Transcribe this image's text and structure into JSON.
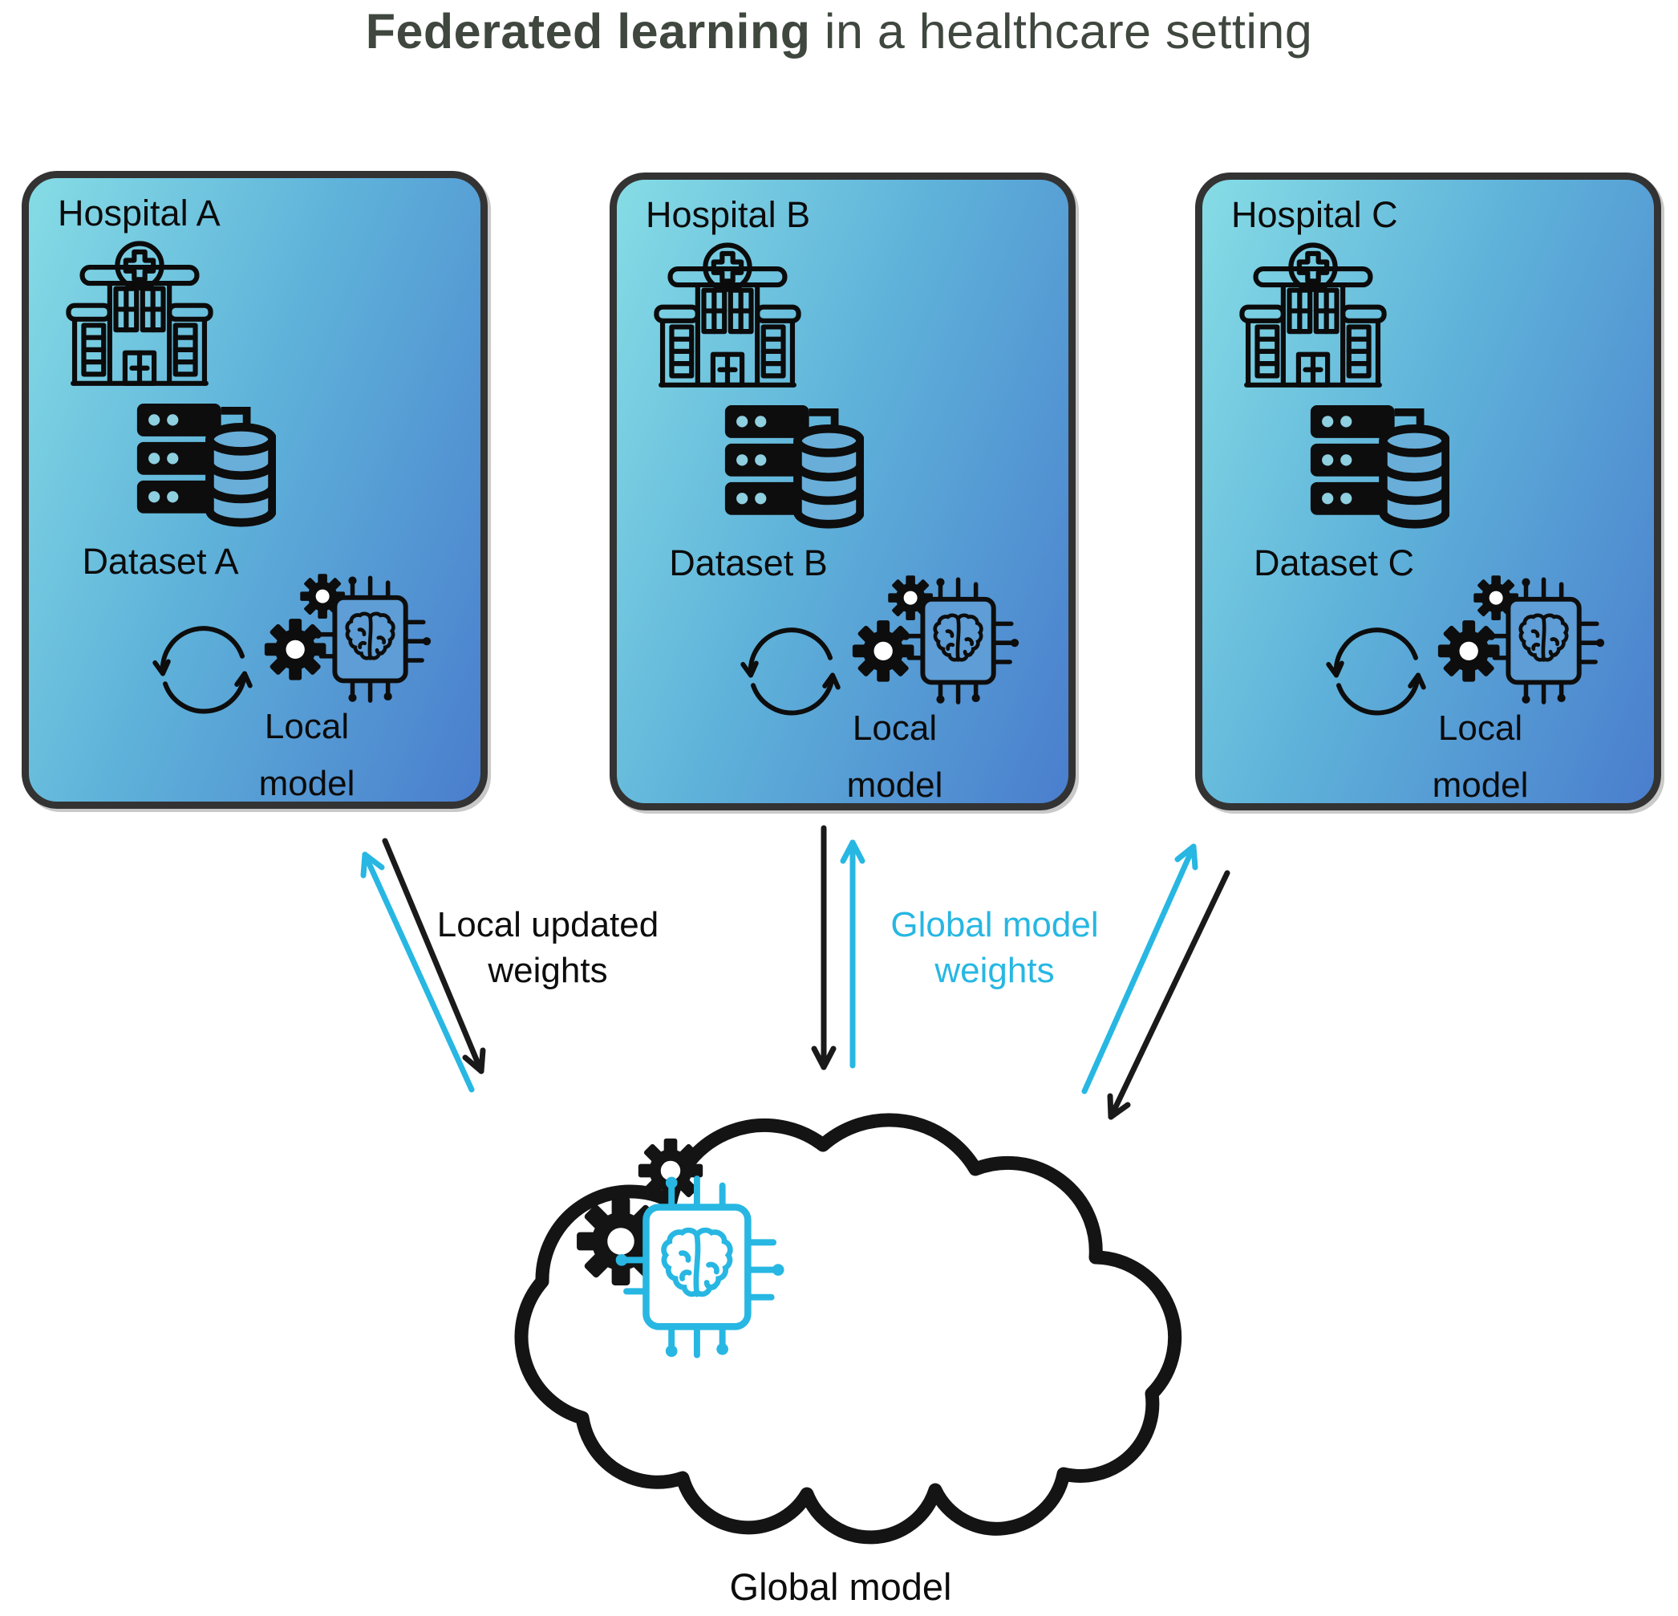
{
  "title": {
    "bold": "Federated learning",
    "regular": " in a healthcare setting"
  },
  "hospitals": [
    {
      "name": "Hospital A",
      "dataset": "Dataset A",
      "local_model": "Local model"
    },
    {
      "name": "Hospital B",
      "dataset": "Dataset B",
      "local_model": "Local model"
    },
    {
      "name": "Hospital C",
      "dataset": "Dataset C",
      "local_model": "Local model"
    }
  ],
  "flows": {
    "local_updated_weights": "Local updated weights",
    "global_model_weights": "Global model weights"
  },
  "cloud": {
    "label": "Global model"
  },
  "colors": {
    "accent_cyan": "#27b7e2",
    "card_gradient_start": "#86dce5",
    "card_gradient_end": "#4a7ecd",
    "card_border": "#333333",
    "title_text": "#3f473f",
    "body_text": "#0b0b0b"
  },
  "icons": {
    "hospital": "hospital-building-icon",
    "dataset": "server-database-icon",
    "training_loop": "sync-arrows-icon",
    "local_model": "gears-chip-brain-icon",
    "global_model": "cloud-gears-chip-brain-icon"
  }
}
